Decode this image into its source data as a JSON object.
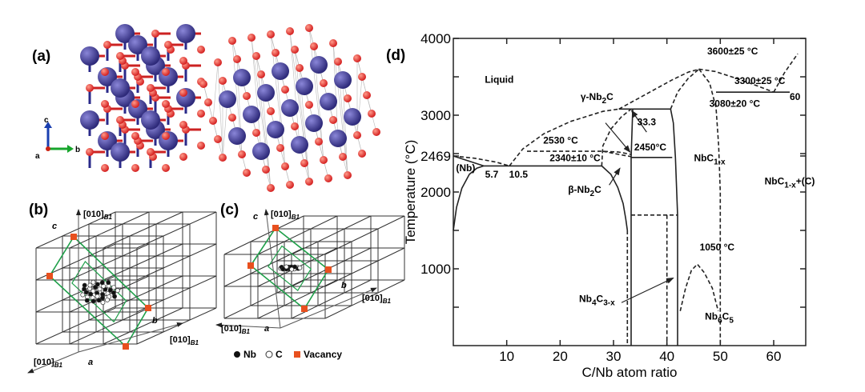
{
  "panels": {
    "a": {
      "label": "(a)",
      "axes": {
        "c": "c",
        "a": "a",
        "b": "b"
      }
    },
    "b": {
      "label": "(b)",
      "dir_top": "[010]",
      "dir_right": "[010]",
      "dir_left": "[010]",
      "dir_sub": "B1",
      "axis_a": "a",
      "axis_b": "b",
      "axis_c": "c"
    },
    "c": {
      "label": "(c)",
      "dir_top": "[010]",
      "dir_right": "[010]",
      "dir_left": "[010]",
      "dir_sub": "B1",
      "axis_a": "a",
      "axis_b": "b",
      "axis_c": "c"
    },
    "legend": {
      "nb": "Nb",
      "c": "C",
      "vacancy": "Vacancy"
    },
    "d": {
      "label": "(d)"
    }
  },
  "colors": {
    "nb_atom": "#2e2a7a",
    "c_atom": "#d42020",
    "vacancy": "#e8501e",
    "cell": "#1fa04a",
    "grid": "#333333"
  },
  "chart_data": {
    "type": "line",
    "title": "",
    "xlabel": "C/Nb atom ratio",
    "ylabel": "Temperature (°C)",
    "xlim": [
      0,
      66
    ],
    "ylim": [
      0,
      4000
    ],
    "xticks": [
      10,
      20,
      30,
      40,
      50,
      60
    ],
    "yticks": [
      1000,
      2000,
      2469,
      3000,
      4000
    ],
    "grid": false,
    "series": [
      {
        "name": "Nb solvus",
        "style": "solid",
        "points": [
          [
            0,
            1500
          ],
          [
            0.6,
            1800
          ],
          [
            1.6,
            2050
          ],
          [
            3,
            2230
          ],
          [
            4.4,
            2310
          ],
          [
            5.7,
            2340
          ]
        ]
      },
      {
        "name": "Nb solidus",
        "style": "solid",
        "points": [
          [
            0,
            2469
          ],
          [
            5.7,
            2340
          ]
        ]
      },
      {
        "name": "Nb liquidus",
        "style": "dashed",
        "points": [
          [
            0,
            2469
          ],
          [
            4,
            2440
          ],
          [
            8,
            2390
          ],
          [
            10.5,
            2340
          ]
        ]
      },
      {
        "name": "Eutectic 2340",
        "style": "solid",
        "points": [
          [
            5.7,
            2340
          ],
          [
            27.8,
            2340
          ]
        ]
      },
      {
        "name": "beta-Nb2C boundary",
        "style": "solid",
        "points": [
          [
            27.8,
            2340
          ],
          [
            29.5,
            2230
          ],
          [
            30.8,
            2060
          ],
          [
            31.8,
            1850
          ],
          [
            32.3,
            1650
          ],
          [
            32.6,
            1500
          ]
        ]
      },
      {
        "name": "beta-Nb2C lower",
        "style": "dashed",
        "points": [
          [
            32.6,
            1500
          ],
          [
            32.6,
            0
          ]
        ]
      },
      {
        "name": "Liquidus to NbC",
        "style": "dashed",
        "points": [
          [
            10.5,
            2340
          ],
          [
            13,
            2560
          ],
          [
            17,
            2760
          ],
          [
            22,
            2920
          ],
          [
            28,
            3050
          ],
          [
            31,
            3080
          ]
        ]
      },
      {
        "name": "Liquidus NbC",
        "style": "dashed",
        "points": [
          [
            31,
            3080
          ],
          [
            36,
            3270
          ],
          [
            41,
            3460
          ],
          [
            44,
            3560
          ],
          [
            46,
            3600
          ],
          [
            49,
            3570
          ],
          [
            53,
            3480
          ],
          [
            57,
            3380
          ],
          [
            60,
            3300
          ]
        ]
      },
      {
        "name": "Liquidus C side",
        "style": "dashed",
        "points": [
          [
            60,
            3300
          ],
          [
            62,
            3550
          ],
          [
            64.5,
            3800
          ]
        ]
      },
      {
        "name": "2530 line",
        "style": "dashed",
        "points": [
          [
            13.8,
            2530
          ],
          [
            20,
            2530
          ],
          [
            28,
            2530
          ],
          [
            31,
            2520
          ],
          [
            33.3,
            2490
          ]
        ]
      },
      {
        "name": "2530 lower",
        "style": "dashed",
        "points": [
          [
            28,
            2530
          ],
          [
            31,
            2490
          ],
          [
            33.3,
            2460
          ]
        ]
      },
      {
        "name": "gamma-Nb2C left",
        "style": "dashed",
        "points": [
          [
            27.8,
            2340
          ],
          [
            28,
            2600
          ],
          [
            29.5,
            2820
          ],
          [
            31.5,
            2980
          ],
          [
            33.3,
            3080
          ]
        ]
      },
      {
        "name": "Peritectic 3080",
        "style": "solid",
        "points": [
          [
            31,
            3080
          ],
          [
            40.7,
            3080
          ]
        ]
      },
      {
        "name": "Eutectoid 2450",
        "style": "solid",
        "points": [
          [
            33.3,
            2450
          ],
          [
            41,
            2450
          ]
        ]
      },
      {
        "name": "NbC left",
        "style": "solid",
        "points": [
          [
            33.3,
            0
          ],
          [
            33.3,
            2450
          ],
          [
            33.6,
            3080
          ]
        ]
      },
      {
        "name": "NbC right",
        "style": "solid",
        "points": [
          [
            40.7,
            3080
          ],
          [
            41.2,
            2900
          ],
          [
            41.6,
            2450
          ],
          [
            42,
            1700
          ],
          [
            42,
            0
          ]
        ]
      },
      {
        "name": "NbC solidus upper",
        "style": "dashed",
        "points": [
          [
            40.7,
            3080
          ],
          [
            42,
            3300
          ],
          [
            44,
            3480
          ],
          [
            46,
            3600
          ]
        ]
      },
      {
        "name": "NbC/C boundary",
        "style": "dashed",
        "points": [
          [
            46,
            3600
          ],
          [
            48,
            3420
          ],
          [
            49.2,
            3100
          ],
          [
            49.7,
            2600
          ],
          [
            50,
            2000
          ],
          [
            50,
            0
          ]
        ]
      },
      {
        "name": "3300 line",
        "style": "solid",
        "points": [
          [
            49.2,
            3300
          ],
          [
            63,
            3300
          ]
        ]
      },
      {
        "name": "Nb4C3 top",
        "style": "dashed",
        "points": [
          [
            33.3,
            1700
          ],
          [
            42,
            1700
          ]
        ]
      },
      {
        "name": "Nb4C3 left",
        "style": "dashed",
        "points": [
          [
            40,
            1700
          ],
          [
            40,
            0
          ]
        ]
      },
      {
        "name": "Nb6C5 dome",
        "style": "dashed",
        "points": [
          [
            42.5,
            450
          ],
          [
            43.5,
            750
          ],
          [
            44.6,
            980
          ],
          [
            45.7,
            1060
          ],
          [
            47,
            950
          ],
          [
            48.5,
            750
          ],
          [
            49.6,
            450
          ]
        ]
      }
    ],
    "annotations": [
      {
        "x": 8.6,
        "T": 3420,
        "parts": [
          [
            "Liquid",
            ""
          ]
        ],
        "big": true
      },
      {
        "x": 52.3,
        "T": 3790,
        "parts": [
          [
            "3600±25 °C",
            ""
          ]
        ]
      },
      {
        "x": 57.4,
        "T": 3406,
        "parts": [
          [
            "3300±25 °C",
            ""
          ]
        ]
      },
      {
        "x": 64,
        "T": 3200,
        "parts": [
          [
            "60",
            ""
          ]
        ]
      },
      {
        "x": 26.9,
        "T": 3200,
        "parts": [
          [
            "γ-Nb",
            ""
          ],
          [
            "2",
            "sub"
          ],
          [
            "C",
            ""
          ]
        ],
        "big": true
      },
      {
        "x": 52.7,
        "T": 3110,
        "parts": [
          [
            "3080±20 °C",
            ""
          ]
        ]
      },
      {
        "x": 36.2,
        "T": 2870,
        "parts": [
          [
            "33.3",
            ""
          ]
        ]
      },
      {
        "x": 20.1,
        "T": 2630,
        "parts": [
          [
            "2530 °C",
            ""
          ]
        ]
      },
      {
        "x": 36.9,
        "T": 2540,
        "parts": [
          [
            "2450°C",
            ""
          ]
        ]
      },
      {
        "x": 48,
        "T": 2400,
        "parts": [
          [
            "NbC",
            ""
          ],
          [
            "1-x",
            "sub"
          ]
        ],
        "big": true
      },
      {
        "x": 22.8,
        "T": 2400,
        "parts": [
          [
            "2340±10 °C",
            ""
          ]
        ]
      },
      {
        "x": 2.3,
        "T": 2270,
        "parts": [
          [
            "(Nb)",
            ""
          ]
        ],
        "small": true
      },
      {
        "x": 7.2,
        "T": 2190,
        "parts": [
          [
            "5.7",
            ""
          ]
        ]
      },
      {
        "x": 12.2,
        "T": 2190,
        "parts": [
          [
            "10.5",
            ""
          ]
        ]
      },
      {
        "x": 24.6,
        "T": 1990,
        "parts": [
          [
            "β-Nb",
            ""
          ],
          [
            "2",
            "sub"
          ],
          [
            "C",
            ""
          ]
        ],
        "big": true
      },
      {
        "x": 63,
        "T": 2100,
        "parts": [
          [
            "NbC",
            ""
          ],
          [
            "1-x",
            "sub"
          ],
          [
            "+(C)",
            ""
          ]
        ],
        "big": true
      },
      {
        "x": 49.4,
        "T": 1240,
        "parts": [
          [
            "1050 °C",
            ""
          ]
        ]
      },
      {
        "x": 26.9,
        "T": 570,
        "parts": [
          [
            "Nb",
            ""
          ],
          [
            "4",
            "sub"
          ],
          [
            "C",
            ""
          ],
          [
            "3-x",
            "sub"
          ]
        ],
        "big": true
      },
      {
        "x": 49.8,
        "T": 340,
        "parts": [
          [
            "Nb",
            ""
          ],
          [
            "6",
            "sub"
          ],
          [
            "C",
            ""
          ],
          [
            "5",
            "sub"
          ]
        ],
        "big": true
      }
    ],
    "arrows": [
      {
        "from": [
          28.5,
          2900
        ],
        "to": [
          33.1,
          2520
        ]
      },
      {
        "from": [
          36.2,
          2780
        ],
        "to": [
          33.4,
          3060
        ]
      },
      {
        "from": [
          29.2,
          2090
        ],
        "to": [
          31.2,
          2310
        ]
      },
      {
        "from": [
          31.5,
          560
        ],
        "to": [
          41.2,
          880
        ]
      }
    ]
  }
}
